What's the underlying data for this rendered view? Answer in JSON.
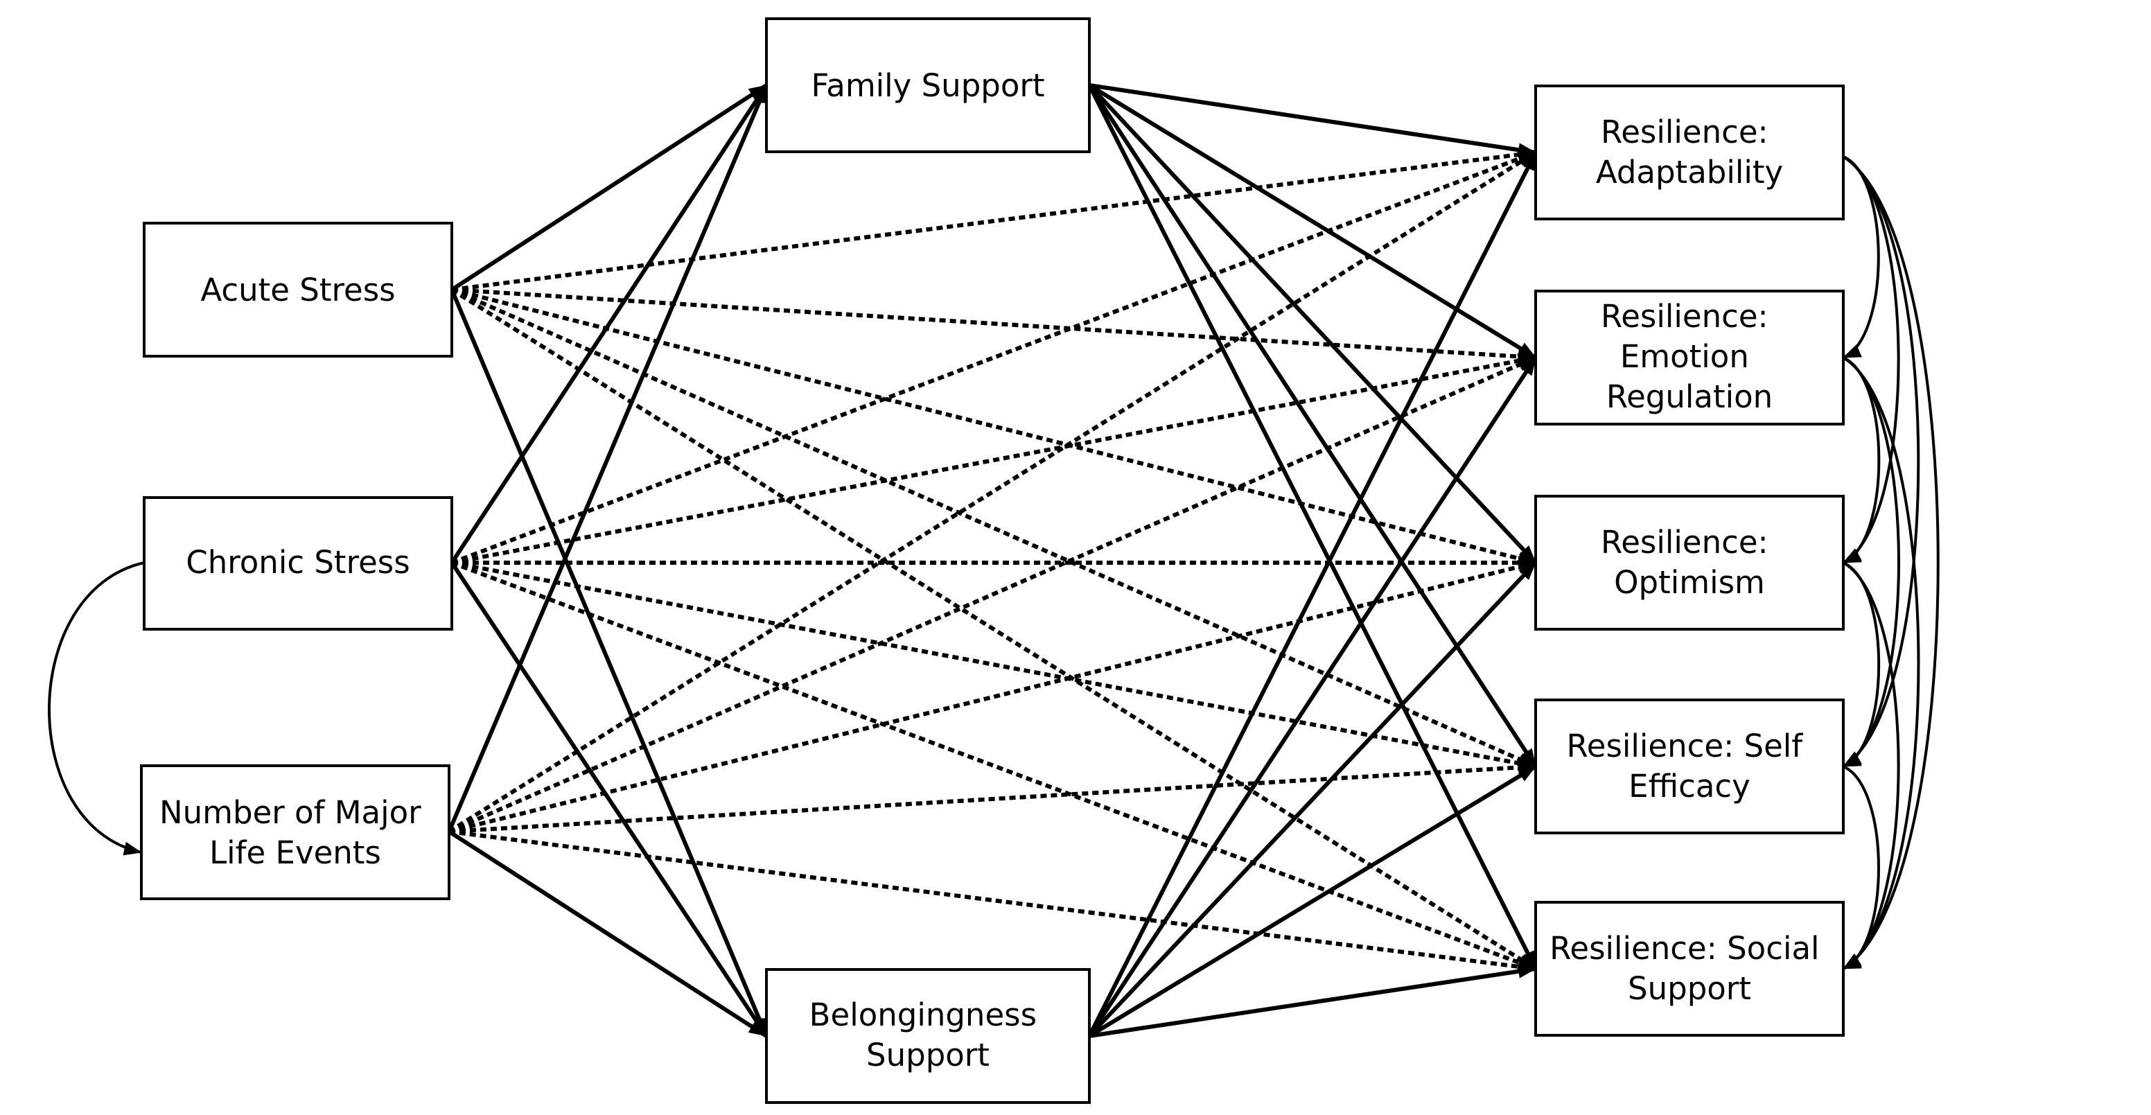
{
  "nodes": {
    "acute_stress": {
      "lines": [
        "Acute Stress"
      ]
    },
    "chronic_stress": {
      "lines": [
        "Chronic Stress"
      ]
    },
    "major_life_events": {
      "lines": [
        "Number of Major",
        "Life Events"
      ]
    },
    "family_support": {
      "lines": [
        "Family Support"
      ]
    },
    "belongingness_support": {
      "lines": [
        "Belongingness",
        "Support"
      ]
    },
    "res_adaptability": {
      "lines": [
        "Resilience:",
        "Adaptability"
      ]
    },
    "res_emotion_regulation": {
      "lines": [
        "Resilience:",
        "Emotion",
        "Regulation"
      ]
    },
    "res_optimism": {
      "lines": [
        "Resilience:",
        "Optimism"
      ]
    },
    "res_self_efficacy": {
      "lines": [
        "Resilience: Self",
        "Efficacy"
      ]
    },
    "res_social_support": {
      "lines": [
        "Resilience: Social",
        "Support"
      ]
    }
  },
  "paths": [
    {
      "from": "acute_stress",
      "to": "family_support",
      "style": "solid"
    },
    {
      "from": "acute_stress",
      "to": "belongingness_support",
      "style": "solid"
    },
    {
      "from": "chronic_stress",
      "to": "family_support",
      "style": "solid"
    },
    {
      "from": "chronic_stress",
      "to": "belongingness_support",
      "style": "solid"
    },
    {
      "from": "major_life_events",
      "to": "family_support",
      "style": "solid"
    },
    {
      "from": "major_life_events",
      "to": "belongingness_support",
      "style": "solid"
    },
    {
      "from": "family_support",
      "to": "res_adaptability",
      "style": "solid"
    },
    {
      "from": "family_support",
      "to": "res_emotion_regulation",
      "style": "solid"
    },
    {
      "from": "family_support",
      "to": "res_optimism",
      "style": "solid"
    },
    {
      "from": "family_support",
      "to": "res_self_efficacy",
      "style": "solid"
    },
    {
      "from": "family_support",
      "to": "res_social_support",
      "style": "solid"
    },
    {
      "from": "belongingness_support",
      "to": "res_adaptability",
      "style": "solid"
    },
    {
      "from": "belongingness_support",
      "to": "res_emotion_regulation",
      "style": "solid"
    },
    {
      "from": "belongingness_support",
      "to": "res_optimism",
      "style": "solid"
    },
    {
      "from": "belongingness_support",
      "to": "res_self_efficacy",
      "style": "solid"
    },
    {
      "from": "belongingness_support",
      "to": "res_social_support",
      "style": "solid"
    },
    {
      "from": "acute_stress",
      "to": "res_adaptability",
      "style": "dotted"
    },
    {
      "from": "acute_stress",
      "to": "res_emotion_regulation",
      "style": "dotted"
    },
    {
      "from": "acute_stress",
      "to": "res_optimism",
      "style": "dotted"
    },
    {
      "from": "acute_stress",
      "to": "res_self_efficacy",
      "style": "dotted"
    },
    {
      "from": "acute_stress",
      "to": "res_social_support",
      "style": "dotted"
    },
    {
      "from": "chronic_stress",
      "to": "res_adaptability",
      "style": "dotted"
    },
    {
      "from": "chronic_stress",
      "to": "res_emotion_regulation",
      "style": "dotted"
    },
    {
      "from": "chronic_stress",
      "to": "res_optimism",
      "style": "dotted"
    },
    {
      "from": "chronic_stress",
      "to": "res_self_efficacy",
      "style": "dotted"
    },
    {
      "from": "chronic_stress",
      "to": "res_social_support",
      "style": "dotted"
    },
    {
      "from": "major_life_events",
      "to": "res_adaptability",
      "style": "dotted"
    },
    {
      "from": "major_life_events",
      "to": "res_emotion_regulation",
      "style": "dotted"
    },
    {
      "from": "major_life_events",
      "to": "res_optimism",
      "style": "dotted"
    },
    {
      "from": "major_life_events",
      "to": "res_self_efficacy",
      "style": "dotted"
    },
    {
      "from": "major_life_events",
      "to": "res_social_support",
      "style": "dotted"
    }
  ],
  "covariances": [
    {
      "a": "chronic_stress",
      "b": "major_life_events"
    },
    {
      "a": "res_adaptability",
      "b": "res_emotion_regulation"
    },
    {
      "a": "res_adaptability",
      "b": "res_optimism"
    },
    {
      "a": "res_adaptability",
      "b": "res_self_efficacy"
    },
    {
      "a": "res_adaptability",
      "b": "res_social_support"
    },
    {
      "a": "res_emotion_regulation",
      "b": "res_optimism"
    },
    {
      "a": "res_emotion_regulation",
      "b": "res_self_efficacy"
    },
    {
      "a": "res_emotion_regulation",
      "b": "res_social_support"
    },
    {
      "a": "res_optimism",
      "b": "res_self_efficacy"
    },
    {
      "a": "res_optimism",
      "b": "res_social_support"
    },
    {
      "a": "res_self_efficacy",
      "b": "res_social_support"
    }
  ]
}
